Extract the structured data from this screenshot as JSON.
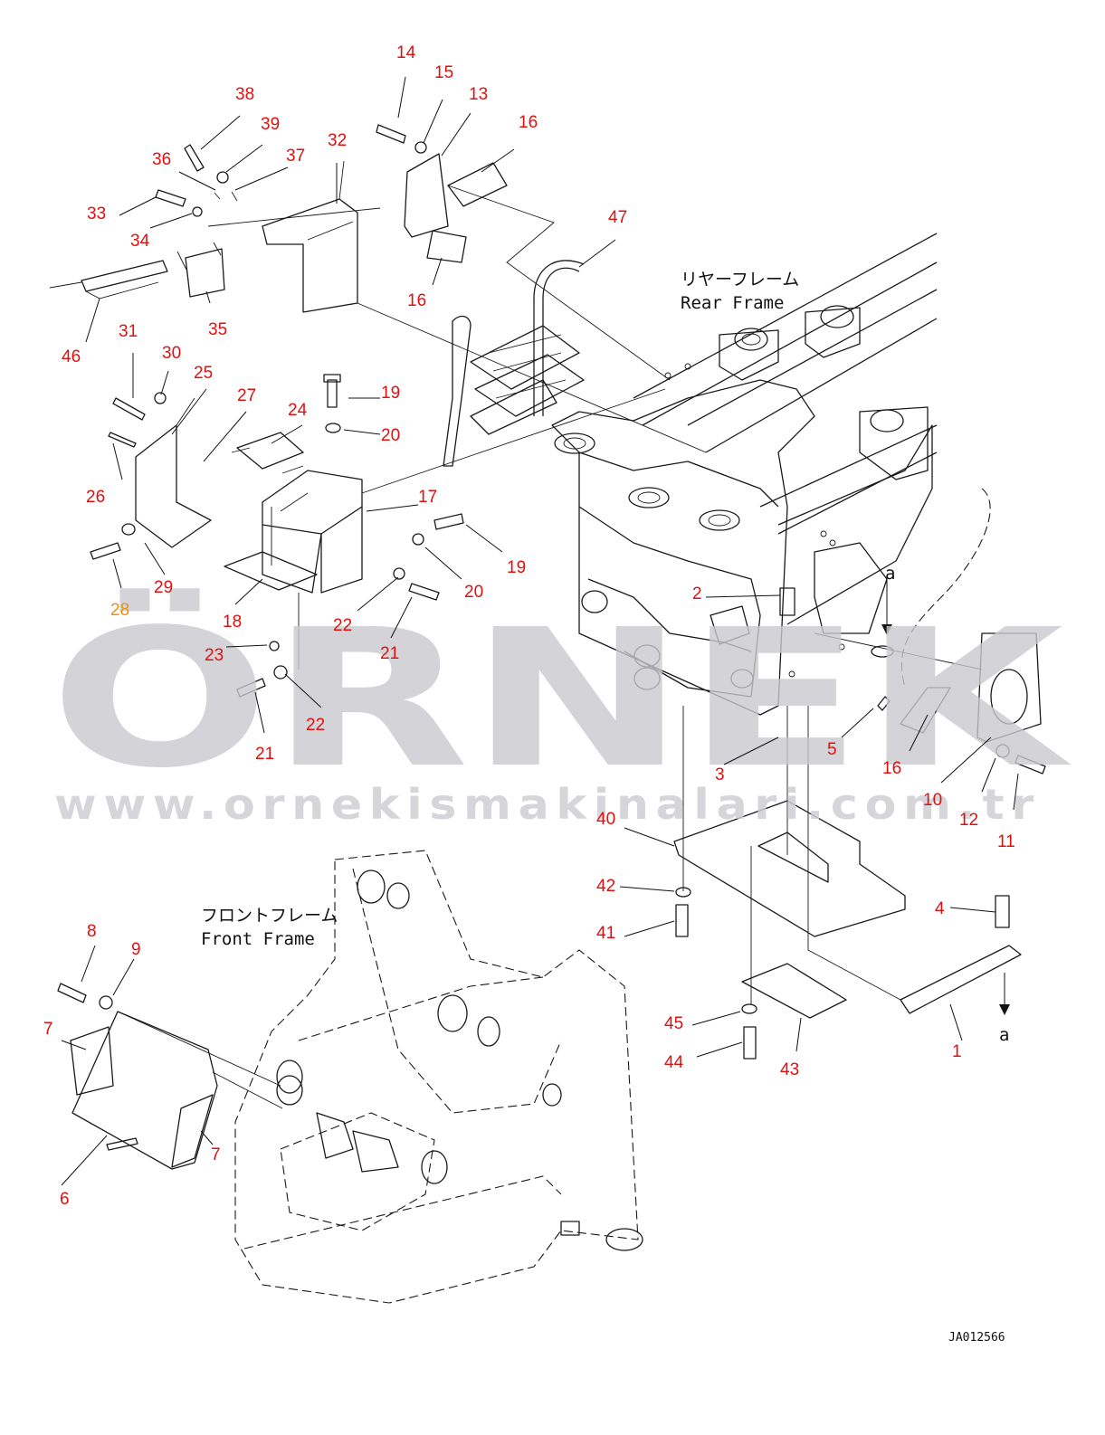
{
  "diagram": {
    "labels": {
      "rear_frame_jp": "リヤーフレーム",
      "rear_frame_en": "Rear Frame",
      "front_frame_jp": "フロントフレーム",
      "front_frame_en": "Front Frame",
      "section_a_top": "a",
      "section_a_bottom": "a",
      "drawing_code": "JA012566"
    },
    "watermark": {
      "brand": "ÖRNEK",
      "url": "www.ornekismakinalari.com.tr"
    },
    "callouts": [
      "1",
      "2",
      "3",
      "4",
      "5",
      "6",
      "7",
      "8",
      "9",
      "10",
      "11",
      "12",
      "13",
      "14",
      "15",
      "16",
      "17",
      "18",
      "19",
      "20",
      "21",
      "22",
      "23",
      "24",
      "25",
      "26",
      "27",
      "28",
      "29",
      "30",
      "31",
      "32",
      "33",
      "34",
      "35",
      "36",
      "37",
      "38",
      "39",
      "40",
      "41",
      "42",
      "43",
      "44",
      "45",
      "46",
      "47"
    ],
    "colors": {
      "callout": "#e01010",
      "callout_highlight": "#e89010",
      "line": "#1a1a1a",
      "watermark": "#c9c9cf"
    }
  }
}
